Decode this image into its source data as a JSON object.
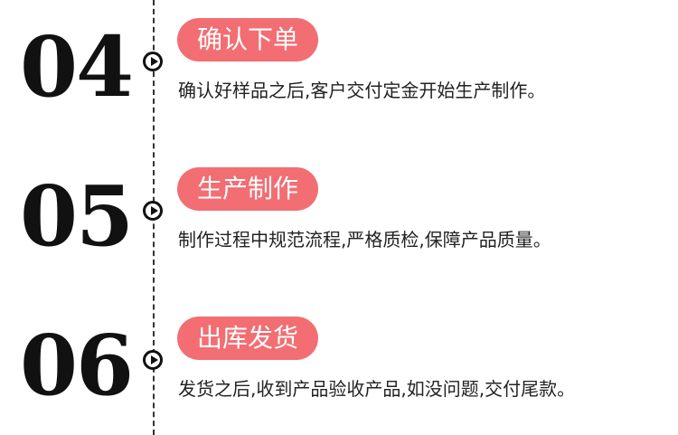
{
  "steps": [
    {
      "number": "04",
      "title": "确认下单",
      "description": "确认好样品之后,客户交付定金开始生产制作。"
    },
    {
      "number": "05",
      "title": "生产制作",
      "description": "制作过程中规范流程,严格质检,保障产品质量。"
    },
    {
      "number": "06",
      "title": "出库发货",
      "description": "发货之后,收到产品验收产品,如没问题,交付尾款。"
    }
  ],
  "colors": {
    "accent": "#f26e73",
    "text": "#222222",
    "number": "#111111"
  },
  "icons": {
    "marker": "play-circle-icon"
  }
}
